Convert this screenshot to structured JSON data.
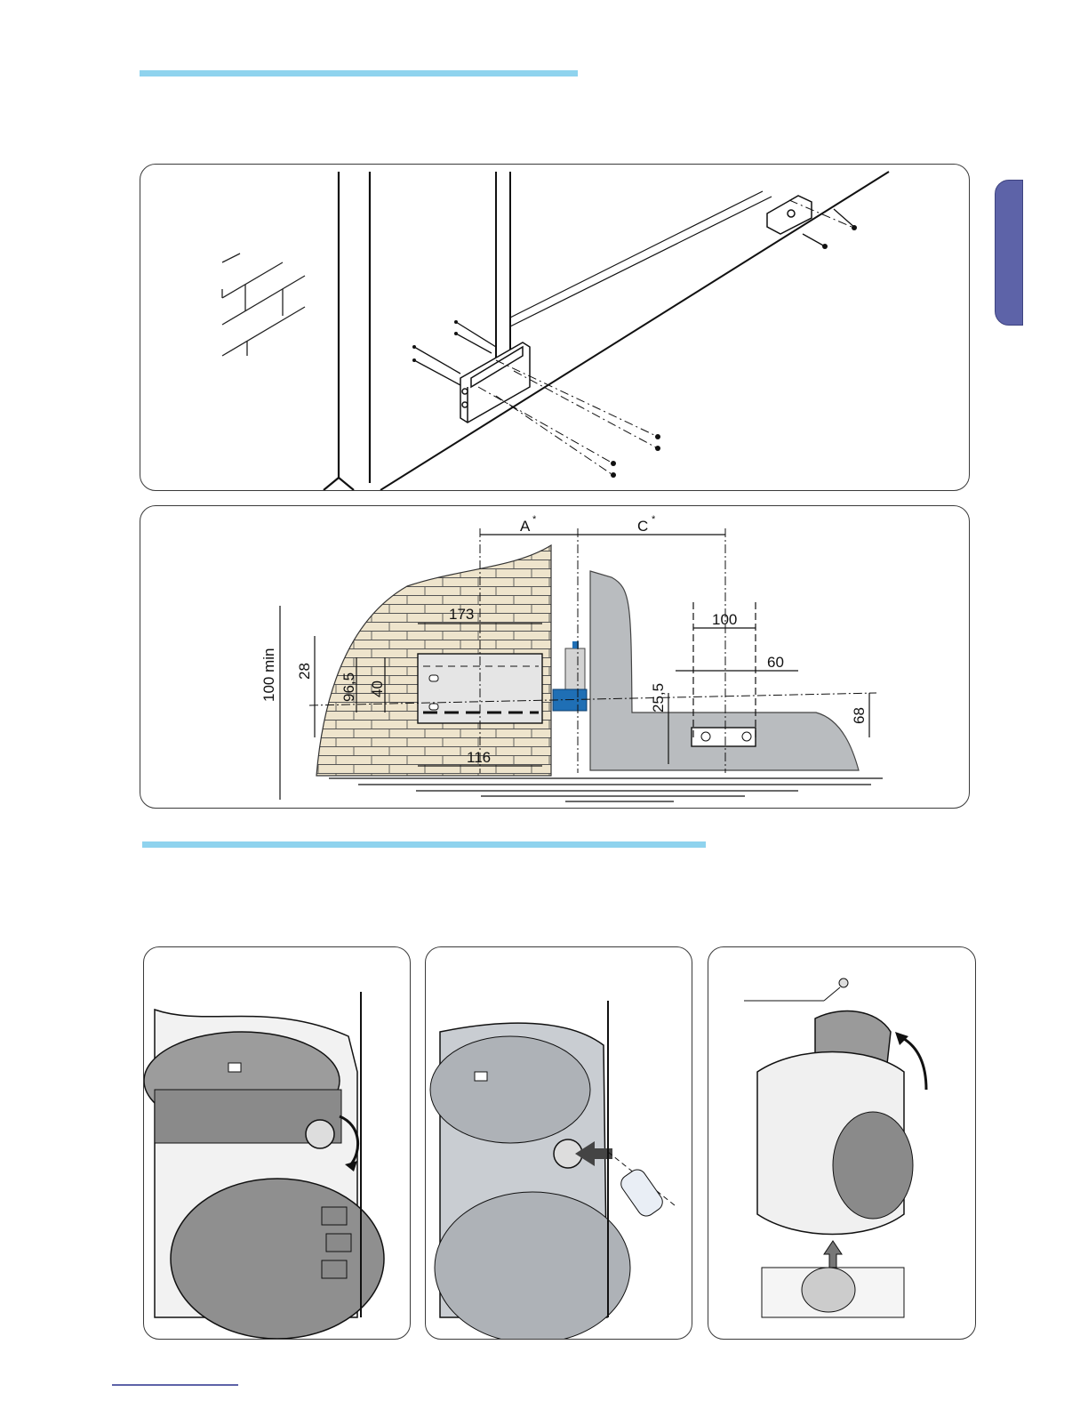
{
  "figure1": {
    "dimensions": {
      "a": "A",
      "c": "C",
      "star": "*",
      "w173": "173",
      "w100": "100",
      "w60": "60",
      "w116": "116",
      "h28": "28",
      "h96_5": "96,5",
      "h40": "40",
      "h100min": "100 min",
      "h25_5": "25,5",
      "h68": "68"
    }
  },
  "colors": {
    "accent_bar": "#8fd3ee",
    "side_tab": "#5d63a8",
    "bracket_blue": "#1f6fb5",
    "brick": "#eee4cc",
    "gate_gray": "#b9bcbf"
  }
}
